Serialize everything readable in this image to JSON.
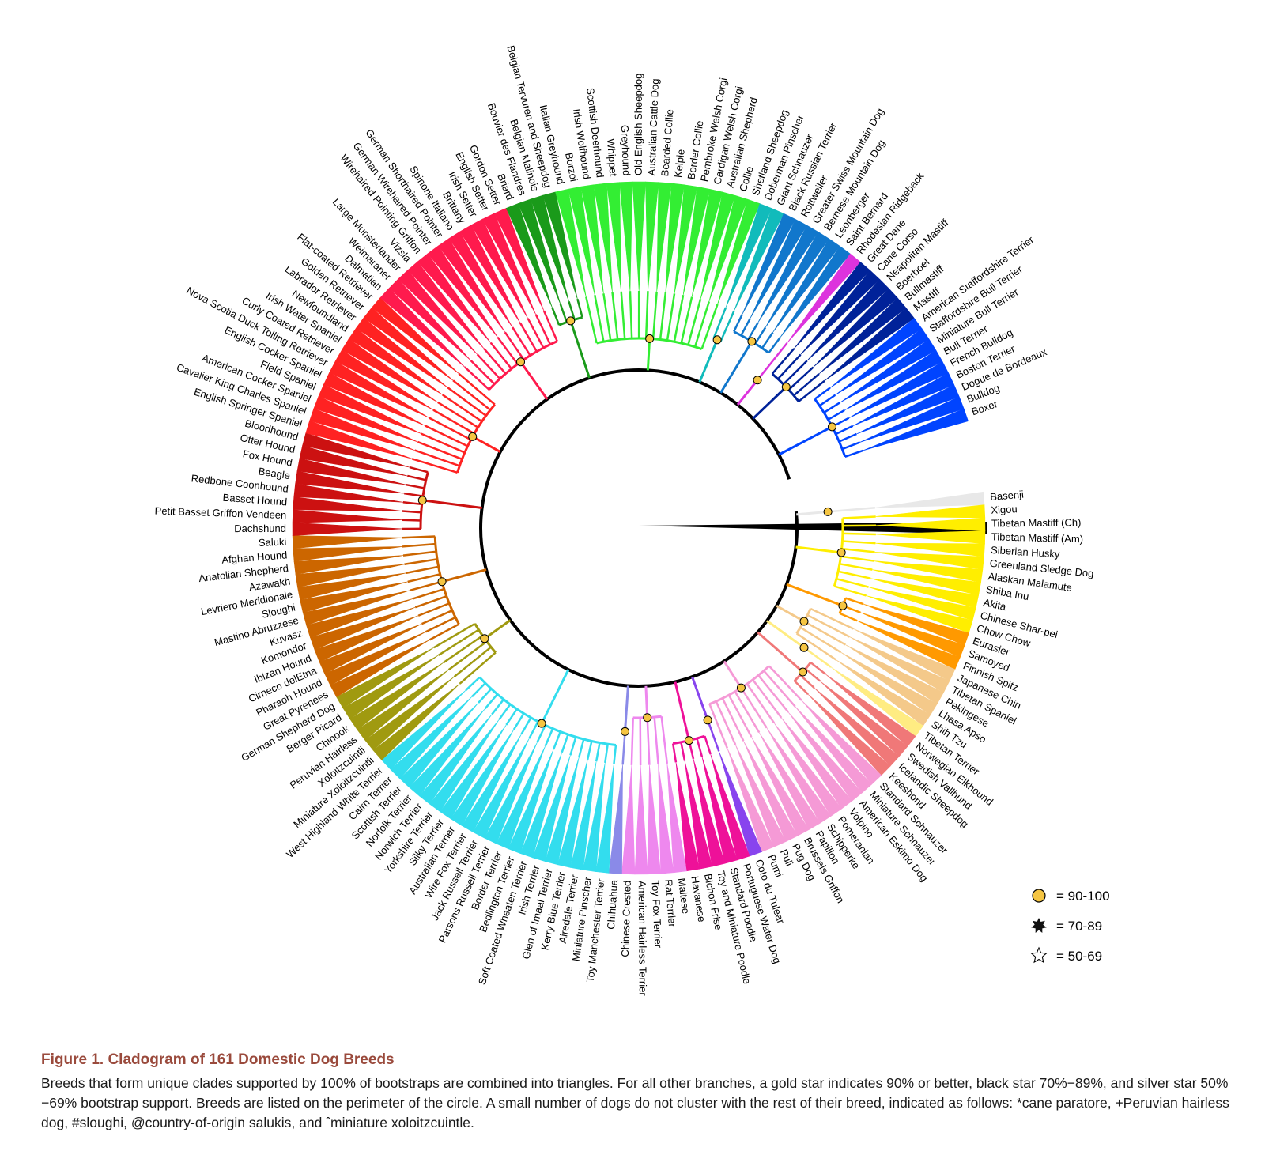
{
  "figure": {
    "title": "Figure 1.  Cladogram of 161 Domestic Dog Breeds",
    "caption": "Breeds that form unique clades supported by 100% of bootstraps are combined into triangles. For all other branches, a gold star indicates 90% or better, black star 70%−89%, and silver star 50%−69% bootstrap support. Breeds are listed on the perimeter of the circle. A small number of dogs do not cluster with the rest of their breed, indicated as follows: *cane paratore, +Peruvian hairless dog, #sloughi, @country-of-origin salukis, and ˆminiature xoloitzcuintle."
  },
  "legend": [
    {
      "symbol": "gold-circle",
      "label": "= 90-100",
      "color": "#f5c542"
    },
    {
      "symbol": "black-star",
      "label": "= 70-89",
      "color": "#111111"
    },
    {
      "symbol": "silver-star",
      "label": "= 50-69",
      "color": "#ffffff"
    }
  ],
  "clades": [
    {
      "color": "#e8e8e8",
      "leaves": [
        "Basenji"
      ]
    },
    {
      "color": "#ffee00",
      "leaves": [
        "Xigou",
        "Tibetan Mastiff (Ch)",
        "Tibetan Mastiff (Am)",
        "Siberian Husky",
        "Greenland Sledge Dog",
        "Alaskan Malamute",
        "Shiba Inu",
        "Akita",
        "Chinese Shar-pei",
        "Chow Chow"
      ]
    },
    {
      "color": "#ff9900",
      "leaves": [
        "Eurasier",
        "Samoyed",
        "Finnish Spitz"
      ]
    },
    {
      "color": "#f4c98a",
      "leaves": [
        "Japanese Chin",
        "Tibetan Spaniel",
        "Pekingese",
        "Lhasa Apso",
        "Shih Tzu"
      ]
    },
    {
      "color": "#ffec82",
      "leaves": [
        "Tibetan Terrier"
      ]
    },
    {
      "color": "#f07878",
      "leaves": [
        "Norwegian Elkhound",
        "Swedish Vallhund",
        "Icelandic Sheepdog",
        "Keeshond"
      ]
    },
    {
      "color": "#f59ad6",
      "leaves": [
        "Standard Schnauzer",
        "Miniature Schnauzer",
        "American Eskimo Dog",
        "Volpino",
        "Pomeranian",
        "Schipperke",
        "Papillon",
        "Brussels Griffon",
        "Pug Dog",
        "Puli",
        "Pumi"
      ]
    },
    {
      "color": "#8844ee",
      "leaves": [
        "Coto du Tulear"
      ]
    },
    {
      "color": "#ee1199",
      "leaves": [
        "Portuguese Water Dog",
        "Standard Poodle",
        "Toy and Miniature Poodle",
        "Bichon Frise",
        "Havanese"
      ]
    },
    {
      "color": "#ee88ee",
      "leaves": [
        "Maltese",
        "Rat Terrier",
        "Toy Fox Terrier",
        "American Hairless Terrier",
        "Chinese Crested"
      ]
    },
    {
      "color": "#8a8ae8",
      "leaves": [
        "Chihuahua"
      ]
    },
    {
      "color": "#33ddee",
      "leaves": [
        "Toy Manchester Terrier",
        "Miniature Pinscher",
        "Airedale Terrier",
        "Kerry Blue Terrier",
        "Glen of Imaal Terrier",
        "Irish Terrier",
        "Soft Coated Wheaten Terrier",
        "Bedlington Terrier",
        "Border Terrier",
        "Parsons Russell Terrier",
        "Jack Russell Terrier",
        "Wire Fox Terrier",
        "Australian Terrier",
        "Silky Terrier",
        "Yorkshire Terrier",
        "Norwich Terrier",
        "Norfolk Terrier",
        "Scottish Terrier",
        "Cairn Terrier",
        "West Highland White Terrier"
      ]
    },
    {
      "color": "#a09a10",
      "leaves": [
        "Miniature Xoloitzcuintli",
        "Xoloitzcuintli",
        "Peruvian Hairless",
        "Chinook",
        "Berger Picard",
        "German Shepherd Dog"
      ]
    },
    {
      "color": "#cc6600",
      "leaves": [
        "Great Pyrenees",
        "Pharaoh Hound",
        "Cirneco delEtna",
        "Ibizan Hound",
        "Komondor",
        "Kuvasz",
        "Mastino Abruzzese",
        "Sloughi",
        "Levriero Meridionale",
        "Azawakh",
        "Anatolian Shepherd",
        "Afghan Hound",
        "Saluki"
      ]
    },
    {
      "color": "#cc1111",
      "leaves": [
        "Dachshund",
        "Petit Basset Griffon Vendeen",
        "Basset Hound",
        "Redbone Coonhound",
        "Beagle",
        "Fox Hound",
        "Otter Hound",
        "Bloodhound"
      ]
    },
    {
      "color": "#ff2222",
      "leaves": [
        "English Springer Spaniel",
        "Cavalier King Charles Spaniel",
        "American Cocker Spaniel",
        "Field Spaniel",
        "English Cocker Spaniel",
        "Nova Scotia Duck Tolling Retriever",
        "Curly Coated Retriever",
        "Irish Water Spaniel",
        "Newfoundland",
        "Labrador Retriever",
        "Golden Retriever",
        "Flat-coated Retriever"
      ]
    },
    {
      "color": "#ff1a4d",
      "leaves": [
        "Dalmatian",
        "Weimaraner",
        "Large Munsterlander",
        "Vizsla",
        "Wirehaired Pointing Griffon",
        "German Wirehaired Pointer",
        "German Shorthaired Pointer",
        "Spinone Italiano",
        "Brittany",
        "Irish Setter",
        "English Setter",
        "Gordon Setter"
      ]
    },
    {
      "color": "#1a9a1a",
      "leaves": [
        "Briard",
        "Bouvier des Flandres",
        "Belgian Malinois",
        "Belgian Tervuren and Sheepdog"
      ]
    },
    {
      "color": "#33ee33",
      "leaves": [
        "Italian Greyhound",
        "Borzoi",
        "Irish Wolfhound",
        "Scottish Deerhound",
        "Whippet",
        "Greyhound",
        "Old English Sheepdog",
        "Australian Cattle Dog",
        "Bearded Collie",
        "Kelpie",
        "Border Collie",
        "Pembroke Welsh Corgi",
        "Cardigan Welsh Corgi",
        "Australian Shepherd",
        "Collie",
        "Shetland Sheepdog"
      ]
    },
    {
      "color": "#11bbbb",
      "leaves": [
        "Doberman Pinscher",
        "Giant Schnauzer"
      ]
    },
    {
      "color": "#1177cc",
      "leaves": [
        "Black Russian Terrier",
        "Rottweiler",
        "Greater Swiss Mountain Dog",
        "Bernese Mountain Dog",
        "Leonberger",
        "Saint Bernard"
      ]
    },
    {
      "color": "#dd33dd",
      "leaves": [
        "Rhodesian Ridgeback"
      ]
    },
    {
      "color": "#002299",
      "leaves": [
        "Great Dane",
        "Cane Corso",
        "Neapolitan Mastiff",
        "Boerboel",
        "Bullmastiff",
        "Mastiff"
      ]
    },
    {
      "color": "#0044ff",
      "leaves": [
        "American Staffordshire Terrier",
        "Staffordshire Bull Terrier",
        "Miniature Bull Terrier",
        "Bull Terrier",
        "French Bulldog",
        "Boston Terrier",
        "Dogue de Bordeaux",
        "Bulldog",
        "Boxer"
      ]
    }
  ]
}
